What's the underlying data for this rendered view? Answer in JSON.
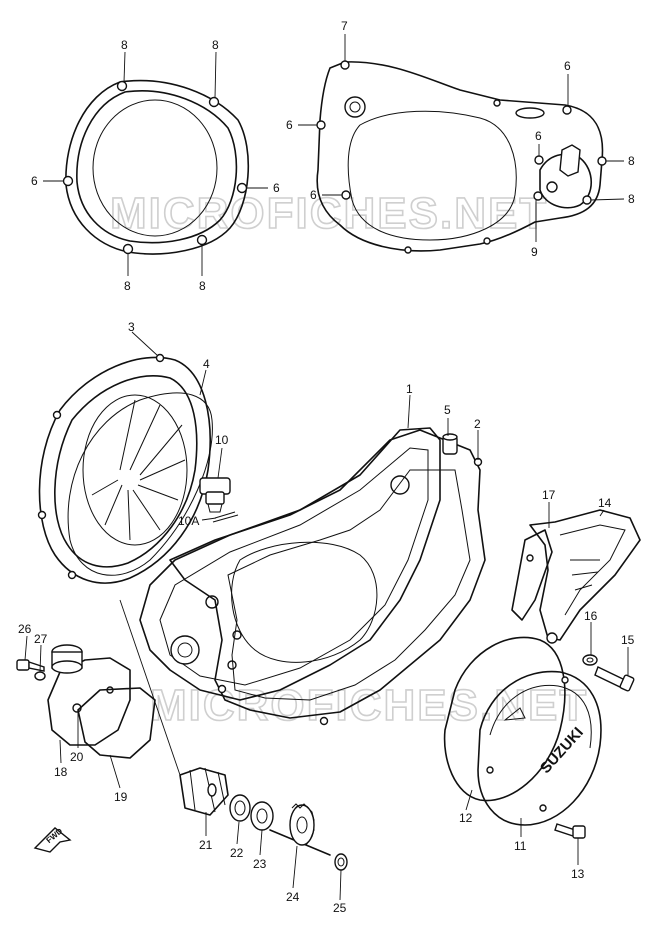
{
  "watermark": "MICROFICHES.NET",
  "brand_logo": "SUZUKI",
  "fwd_label": "FWD",
  "callouts": [
    {
      "id": "c8a",
      "text": "8"
    },
    {
      "id": "c8b",
      "text": "8"
    },
    {
      "id": "c6a",
      "text": "6"
    },
    {
      "id": "c6b",
      "text": "6"
    },
    {
      "id": "c8c",
      "text": "8"
    },
    {
      "id": "c8d",
      "text": "8"
    },
    {
      "id": "c7",
      "text": "7"
    },
    {
      "id": "c6c",
      "text": "6"
    },
    {
      "id": "c6d",
      "text": "6"
    },
    {
      "id": "c6e",
      "text": "6"
    },
    {
      "id": "c6f",
      "text": "6"
    },
    {
      "id": "c8e",
      "text": "8"
    },
    {
      "id": "c8f",
      "text": "8"
    },
    {
      "id": "c9",
      "text": "9"
    },
    {
      "id": "c3",
      "text": "3"
    },
    {
      "id": "c4",
      "text": "4"
    },
    {
      "id": "c1",
      "text": "1"
    },
    {
      "id": "c5",
      "text": "5"
    },
    {
      "id": "c2",
      "text": "2"
    },
    {
      "id": "c10",
      "text": "10"
    },
    {
      "id": "c10a",
      "text": "10A"
    },
    {
      "id": "c17",
      "text": "17"
    },
    {
      "id": "c14",
      "text": "14"
    },
    {
      "id": "c16",
      "text": "16"
    },
    {
      "id": "c15",
      "text": "15"
    },
    {
      "id": "c26",
      "text": "26"
    },
    {
      "id": "c27",
      "text": "27"
    },
    {
      "id": "c20",
      "text": "20"
    },
    {
      "id": "c18",
      "text": "18"
    },
    {
      "id": "c19",
      "text": "19"
    },
    {
      "id": "c12",
      "text": "12"
    },
    {
      "id": "c11",
      "text": "11"
    },
    {
      "id": "c13",
      "text": "13"
    },
    {
      "id": "c21",
      "text": "21"
    },
    {
      "id": "c22",
      "text": "22"
    },
    {
      "id": "c23",
      "text": "23"
    },
    {
      "id": "c24",
      "text": "24"
    },
    {
      "id": "c25",
      "text": "25"
    }
  ]
}
